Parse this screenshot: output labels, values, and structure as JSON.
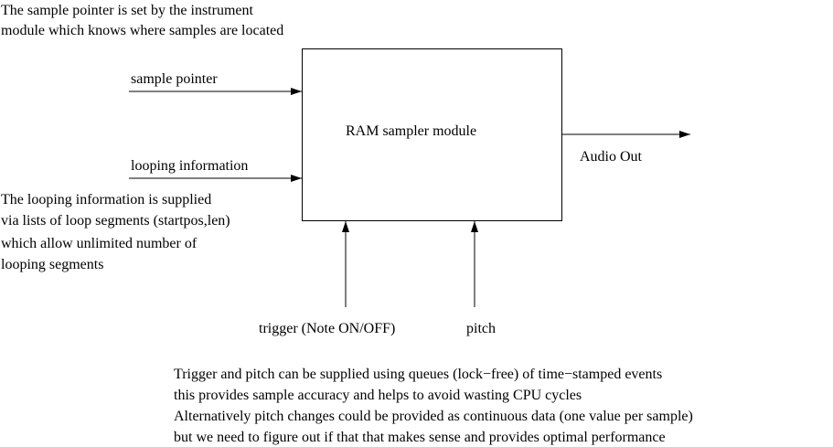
{
  "notes": {
    "top": [
      "The sample pointer is set by the instrument",
      "module which knows where samples are located"
    ],
    "left": [
      "The looping information is supplied",
      "via lists of loop segments (startpos,len)",
      "which allow unlimited number of",
      "looping segments"
    ],
    "bottom": [
      "Trigger and pitch can be supplied using queues (lock−free) of time−stamped events",
      "this provides sample accuracy and helps to avoid wasting CPU cycles",
      "Alternatively pitch changes could be provided as continuous data (one value per sample)",
      "but we need to figure out if that that makes sense and provides optimal performance"
    ]
  },
  "inputs": {
    "sample_pointer": "sample pointer",
    "looping_information": "looping information",
    "trigger": "trigger (Note ON/OFF)",
    "pitch": "pitch"
  },
  "module": {
    "label": "RAM sampler module"
  },
  "output": {
    "label": "Audio Out"
  }
}
